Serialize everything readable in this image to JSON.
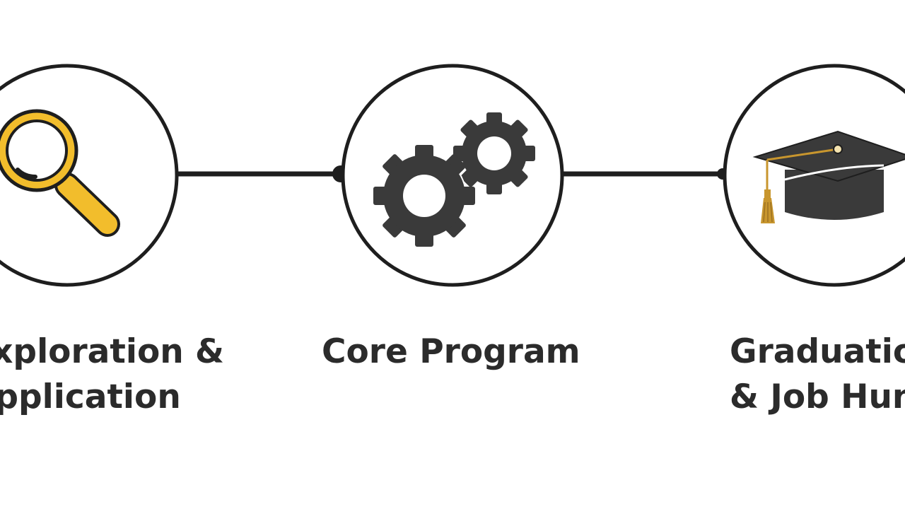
{
  "steps": [
    {
      "label": "Exploration &\nApplication",
      "icon": "magnifying-glass-icon"
    },
    {
      "label": "Core Program",
      "icon": "gears-icon"
    },
    {
      "label": "Graduation\n& Job Hunt",
      "icon": "graduation-cap-icon"
    }
  ],
  "colors": {
    "outline": "#1e1e1e",
    "accent": "#f2bd2c",
    "icon_dark": "#3a3a3a",
    "tassel": "#c8962e"
  }
}
